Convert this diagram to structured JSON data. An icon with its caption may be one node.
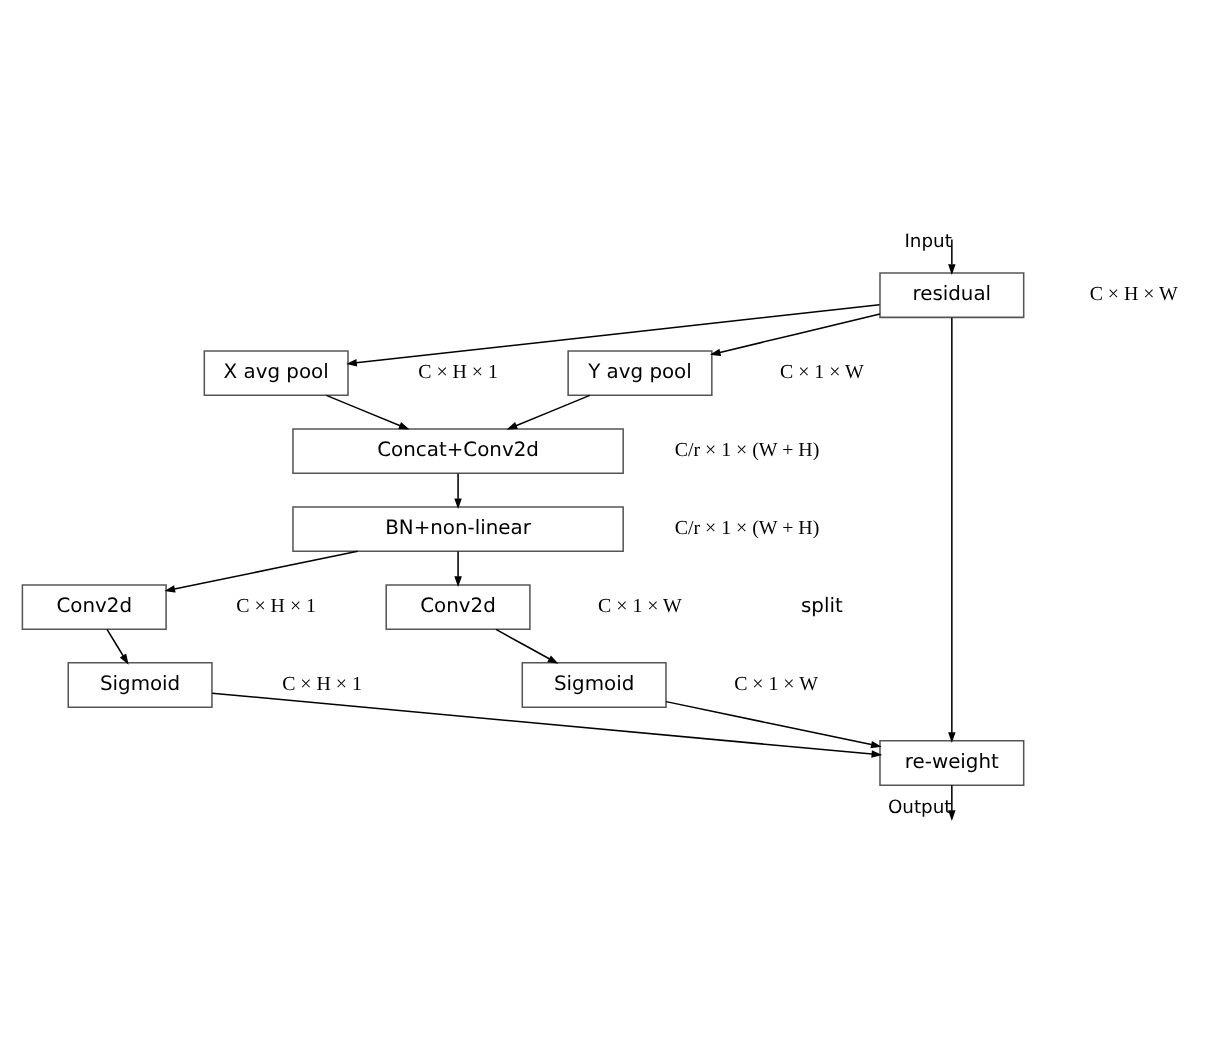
{
  "diagram": {
    "nodes": [
      {
        "text": [
          "residual"
        ],
        "beside": [
          "C × H × W"
        ]
      },
      {
        "text": [
          "X avg pool"
        ],
        "beside": [
          "C × H × 1"
        ]
      },
      {
        "text": [
          "Y avg pool"
        ],
        "beside": [
          "C × 1 × W"
        ]
      },
      {
        "text": [
          "Concat+Conv2d"
        ],
        "beside": [
          "C/r × 1 × (W + H)"
        ]
      },
      {
        "text": [
          "BN+non-linear"
        ],
        "beside": [
          "C/r × 1 × (W + H)"
        ]
      },
      {
        "text": [
          "Conv2d"
        ],
        "beside": [
          "C × H × 1"
        ]
      },
      {
        "text": [
          "Conv2d"
        ],
        "beside": [
          "C × 1 × W"
        ]
      },
      {
        "text": [
          "Sigmoid"
        ],
        "beside": [
          "C × H × 1"
        ]
      },
      {
        "text": [
          "Sigmoid"
        ],
        "beside": [
          "C × 1 × W"
        ]
      },
      {
        "text": [
          "re-weight"
        ]
      }
    ],
    "edges": [
      {
        "from": null,
        "to": 0,
        "arrow": "to",
        "label": "Input"
      },
      {
        "from": 0,
        "to": 1,
        "arrow": "to"
      },
      {
        "from": 0,
        "to": 2,
        "arrow": "to"
      },
      {
        "from": 0,
        "to": 9,
        "arrow": "to"
      },
      {
        "from": 1,
        "to": 3,
        "arrow": "to"
      },
      {
        "from": 2,
        "to": 3,
        "arrow": "to"
      },
      {
        "from": 3,
        "to": 4,
        "arrow": "to"
      },
      {
        "from": 4,
        "to": 5,
        "arrow": "to"
      },
      {
        "from": 4,
        "to": 6,
        "arrow": "to"
      },
      {
        "from": 5,
        "to": 7,
        "arrow": "to"
      },
      {
        "from": 6,
        "to": 8,
        "arrow": "to"
      },
      {
        "from": 7,
        "to": 9,
        "arrow": "to"
      },
      {
        "from": 8,
        "to": 9,
        "arrow": "to"
      },
      {
        "from": 9,
        "to": null,
        "arrow": "to",
        "label": "Output"
      }
    ],
    "labels": [
      "split"
    ]
  }
}
